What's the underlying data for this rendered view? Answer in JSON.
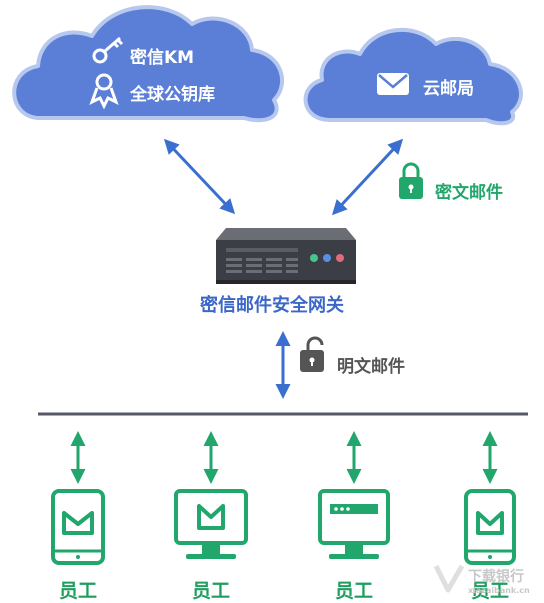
{
  "cloud_left": {
    "line1": "密信KM",
    "line2": "全球公钥库"
  },
  "cloud_right": {
    "label": "云邮局"
  },
  "encrypted_mail_label": "密文邮件",
  "gateway_label": "密信邮件安全网关",
  "plain_mail_label": "明文邮件",
  "employees": [
    "员工",
    "员工",
    "员工",
    "员工"
  ],
  "watermark": {
    "title": "下载银行",
    "url": "xiazaibank.cn"
  },
  "colors": {
    "cloud_fill": "#5b7fd6",
    "cloud_border": "#b7c8ef",
    "arrow_blue": "#3a6fd0",
    "green": "#21a66b",
    "gateway_text": "#3a67c8",
    "dark_grey": "#555555"
  }
}
